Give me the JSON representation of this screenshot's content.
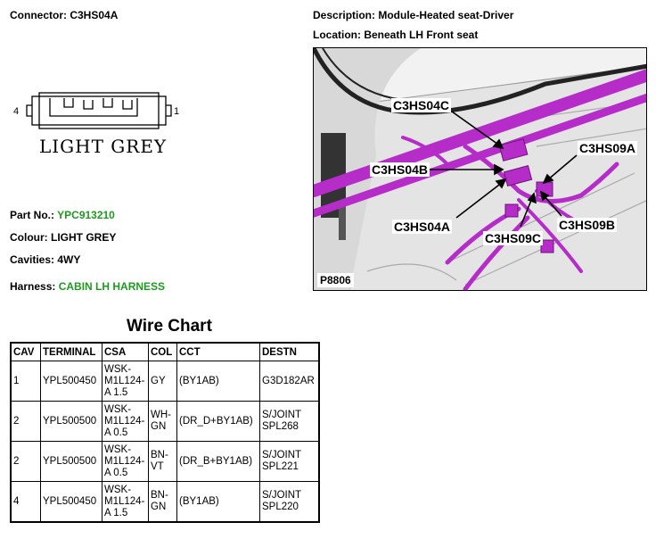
{
  "header": {
    "connector_label": "Connector: C3HS04A",
    "description_label": "Description: Module-Heated seat-Driver",
    "location_label": "Location: Beneath LH Front seat"
  },
  "connector_drawing": {
    "pin_left": "4",
    "pin_right": "1",
    "caption": "LIGHT GREY"
  },
  "details": {
    "part_no_label": "Part No.:",
    "part_no_value": "YPC913210",
    "colour": "Colour: LIGHT GREY",
    "cavities": "Cavities: 4WY",
    "harness_label": "Harness:",
    "harness_value": "CABIN LH HARNESS"
  },
  "photo": {
    "callouts": [
      "C3HS04C",
      "C3HS04B",
      "C3HS04A",
      "C3HS09C",
      "C3HS09B",
      "C3HS09A"
    ],
    "p_number": "P8806"
  },
  "wire_chart": {
    "title": "Wire Chart",
    "columns": [
      "CAV",
      "TERMINAL",
      "CSA",
      "COL",
      "CCT",
      "DESTN"
    ],
    "rows": [
      [
        "1",
        "YPL500450",
        "WSK-\nM1L124-\nA 1.5",
        "GY",
        "(BY1AB)",
        "G3D182AR"
      ],
      [
        "2",
        "YPL500500",
        "WSK-\nM1L124-\nA 0.5",
        "WH-\nGN",
        "(DR_D+BY1AB)",
        "S/JOINT\nSPL268"
      ],
      [
        "2",
        "YPL500500",
        "WSK-\nM1L124-\nA 0.5",
        "BN-\nVT",
        "(DR_B+BY1AB)",
        "S/JOINT\nSPL221"
      ],
      [
        "4",
        "YPL500450",
        "WSK-\nM1L124-\nA 1.5",
        "BN-\nGN",
        "(BY1AB)",
        "S/JOINT\nSPL220"
      ]
    ]
  },
  "colors": {
    "harness_magenta": "#b52cc9",
    "green_text": "#1e9b1e"
  }
}
